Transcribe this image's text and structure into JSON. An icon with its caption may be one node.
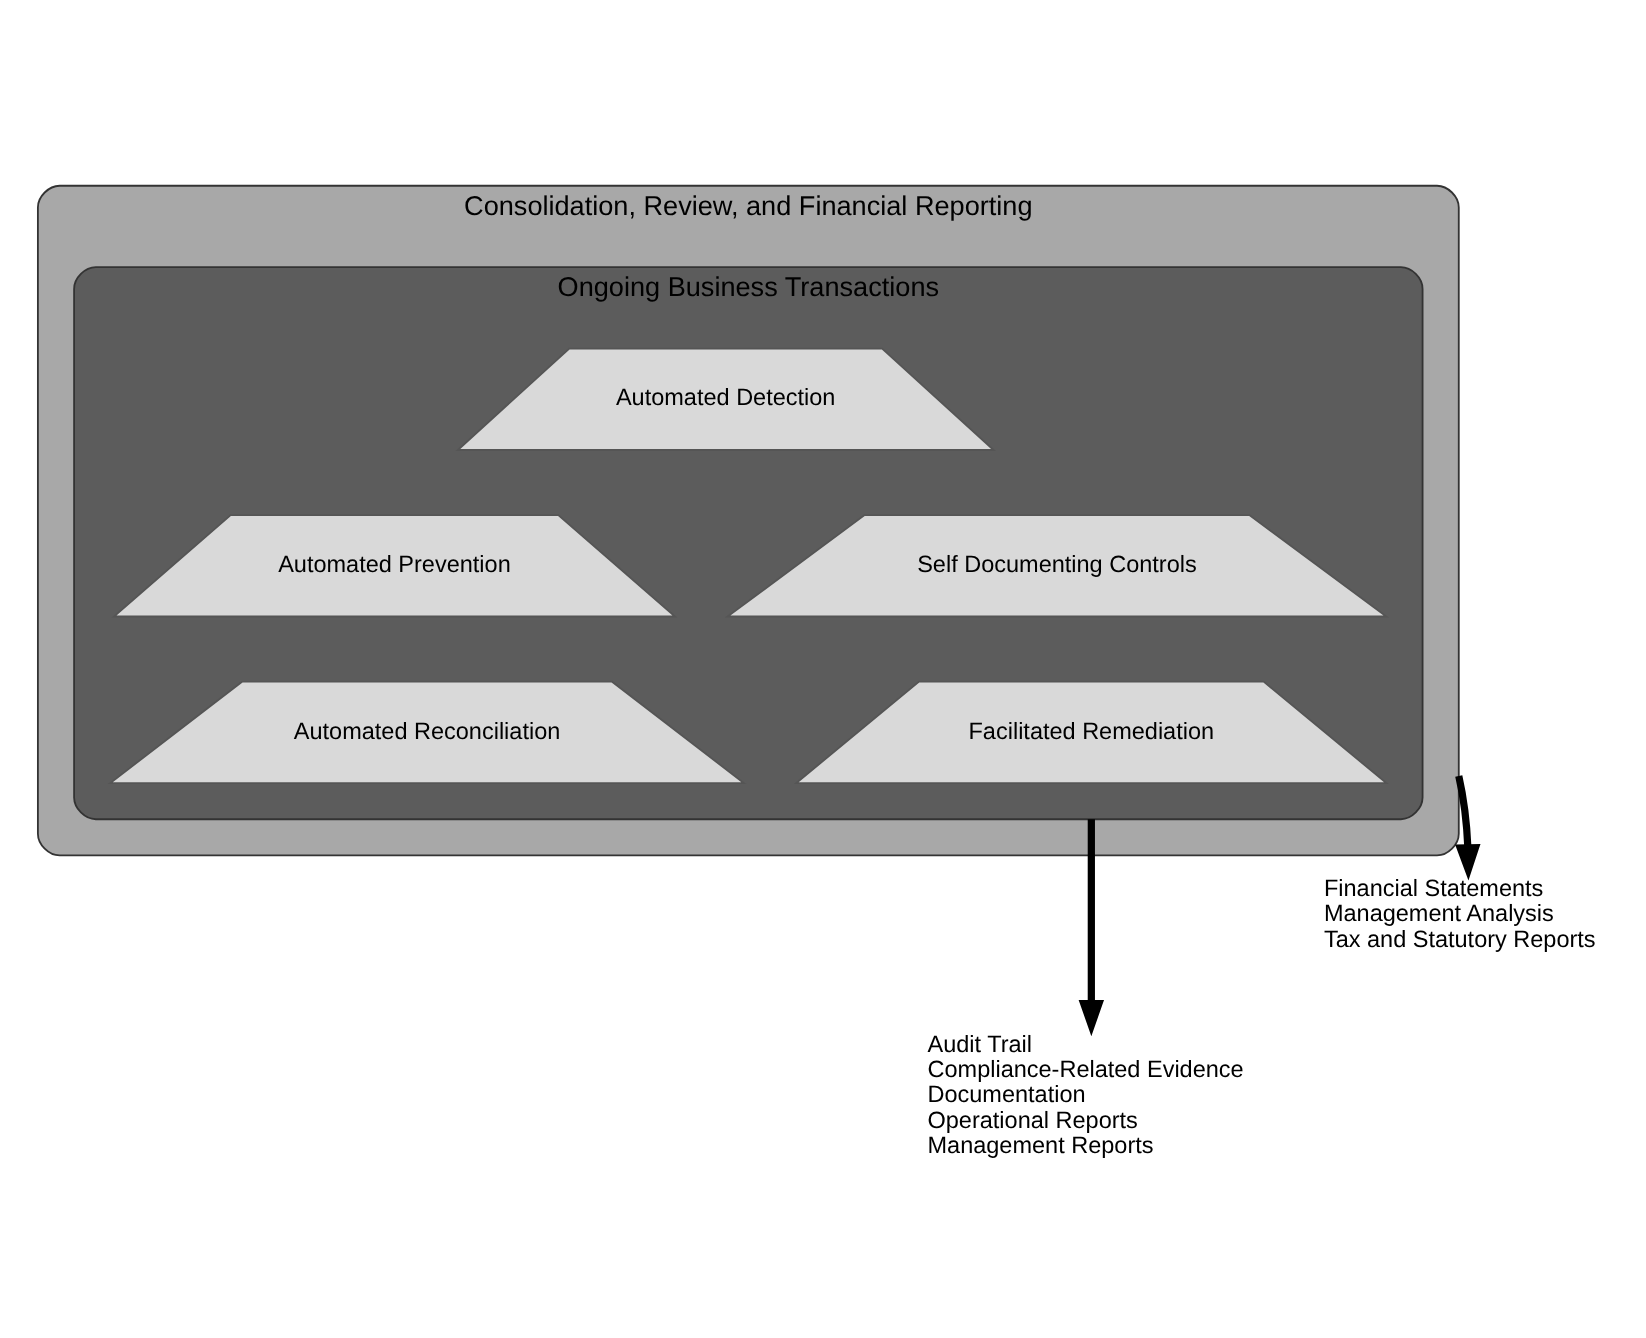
{
  "diagram": {
    "nodes": [
      {
        "text": [
          "Consolidation, Review, and Financial Reporting"
        ]
      },
      {
        "text": [
          "Ongoing Business Transactions"
        ],
        "in": 0
      },
      {
        "text": [
          "Automated Detection"
        ],
        "in": 1
      },
      {
        "text": [
          "Automated Prevention"
        ],
        "in": 1
      },
      {
        "text": [
          "Self Documenting Controls"
        ],
        "in": 1
      },
      {
        "text": [
          "Automated Reconciliation"
        ],
        "in": 1
      },
      {
        "text": [
          "Facilitated Remediation"
        ],
        "in": 1
      },
      {
        "text": [
          "Financial Statements",
          "Management Analysis",
          "Tax and Statutory Reports"
        ]
      },
      {
        "text": [
          "Audit Trail",
          "Compliance-Related Evidence",
          "Documentation",
          "Operational Reports",
          "Management Reports"
        ]
      }
    ],
    "edges": [
      {
        "from": 0,
        "to": 7,
        "arrow": "to"
      },
      {
        "from": 1,
        "to": 8,
        "arrow": "to"
      }
    ]
  }
}
